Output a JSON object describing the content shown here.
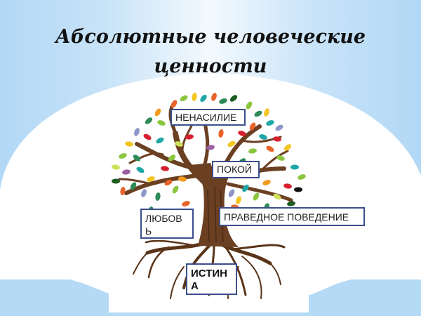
{
  "slide": {
    "title_line1": "Абсолютные человеческие",
    "title_line2": "ценности"
  },
  "tree": {
    "labels": {
      "nonviolence": "НЕНАСИЛИЕ",
      "peace": "ПОКОЙ",
      "love_line1": "ЛЮБОВ",
      "love_line2": "Ь",
      "right_conduct": "ПРАВЕДНОЕ ПОВЕДЕНИЕ",
      "truth_line1": "ИСТИН",
      "truth_line2": "А"
    },
    "colors": {
      "trunk": "#6b3f22",
      "label_border": "#3c4f8c",
      "sky": "#b4daf6"
    },
    "leaf_colors": [
      "#e8632a",
      "#f3c623",
      "#8cc63f",
      "#2e8b57",
      "#1fa7a8",
      "#d6202f",
      "#8e95c8",
      "#9c5fa3",
      "#f29b1d",
      "#1b5e20",
      "#cfe05a",
      "#111111"
    ]
  }
}
